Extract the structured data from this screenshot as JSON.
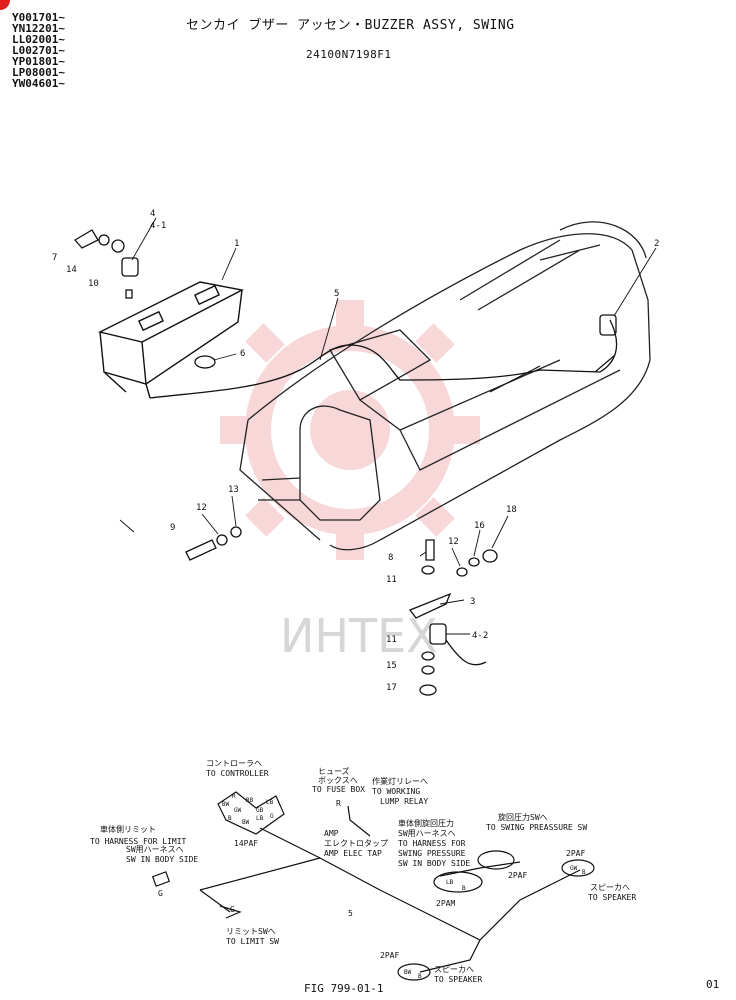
{
  "header": {
    "serials": [
      "Y001701~",
      "YN12201~",
      "LL02001~",
      "L002701~",
      "YP01801~",
      "LP08001~",
      "YW04601~"
    ],
    "title": "センカイ ブザー アッセン・BUZZER ASSY, SWING",
    "part_number": "24100N7198F1"
  },
  "callouts": {
    "c1": "1",
    "c2": "2",
    "c3": "3",
    "c4": "4",
    "c4_1": "4-1",
    "c4_2": "4-2",
    "c5": "5",
    "c6": "6",
    "c7": "7",
    "c8": "8",
    "c9": "9",
    "c10": "10",
    "c11a": "11",
    "c11b": "11",
    "c12a": "12",
    "c12b": "12",
    "c13": "13",
    "c14": "14",
    "c15": "15",
    "c16": "16",
    "c17": "17",
    "c18": "18"
  },
  "watermark": {
    "text": "ИНТЕХ",
    "color": "#f2b8b8"
  },
  "wiring": {
    "controller_jp": "コントローラヘ",
    "controller_en": "TO CONTROLLER",
    "fuse_jp1": "ヒューズ",
    "fuse_jp2": "ボックスへ",
    "fuse_en": "TO FUSE BOX",
    "relay_jp": "作業灯リレーへ",
    "relay_en1": "TO WORKING",
    "relay_en2": "LUMP RELAY",
    "limit_jp1": "車体側リミット",
    "limit_jp2": "SW用ハーネスへ",
    "limit_en1": "TO HARNESS FOR LIMIT",
    "limit_en2": "SW IN BODY SIDE",
    "amp_1": "AMP",
    "amp_jp": "エレクトロタップ",
    "amp_en": "AMP ELEC TAP",
    "press_jp1": "車体側旋回圧力",
    "press_jp2": "SW用ハーネスへ",
    "press_en1": "TO HARNESS FOR",
    "press_en2": "SWING PRESSURE",
    "press_en3": "SW IN BODY SIDE",
    "spsw_jp": "旋回圧力SWへ",
    "spsw_en": "TO SWING PREASSURE SW",
    "speaker_jp": "スピーカへ",
    "speaker_en": "TO SPEAKER",
    "limitsw_jp": "リミットSWへ",
    "limitsw_en": "TO LIMIT SW",
    "speaker2_jp": "スピーカへ",
    "speaker2_en": "TO SPEAKER",
    "conn_14paf": "14PAF",
    "conn_2pam": "2PAM",
    "conn_2paf_a": "2PAF",
    "conn_2paf_b": "2PAF",
    "conn_2paf_c": "2PAF",
    "wire_5": "5",
    "g1": "G",
    "g2": "G",
    "r": "R",
    "pins": [
      "R",
      "BW",
      "RB",
      "GW",
      "GB",
      "LB",
      "B",
      "BW",
      "G",
      "LB"
    ],
    "pin_lb": "LB",
    "pin_b": "B",
    "pin_gw": "GW",
    "pin_b2": "B",
    "pin_bw": "BW",
    "pin_b3": "B"
  },
  "footer": {
    "figure": "FIG 799-01-1",
    "page": "01"
  }
}
